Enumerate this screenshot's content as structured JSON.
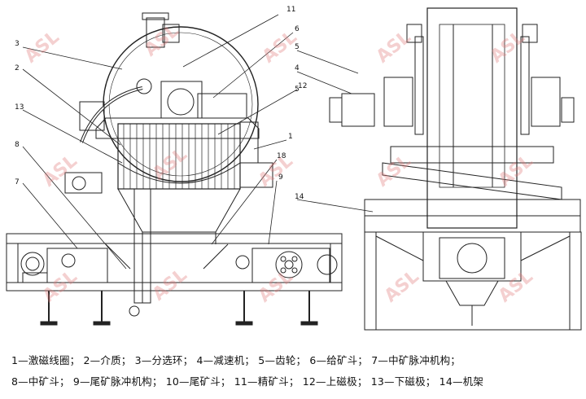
{
  "callouts": [
    "11",
    "3",
    "6",
    "5",
    "4",
    "5",
    "2",
    "12",
    "13",
    "1",
    "8",
    "18",
    "7",
    "9",
    "14"
  ],
  "legend": {
    "line1": "1—激磁线圈；  2—介质；  3—分选环；  4—减速机；  5—齿轮；  6—给矿斗；  7—中矿脉冲机构；",
    "line2": "8—中矿斗；  9—尾矿脉冲机构；  10—尾矿斗；  11—精矿斗；  12—上磁极；  13—下磁极；  14—机架"
  },
  "watermark": "ASL"
}
